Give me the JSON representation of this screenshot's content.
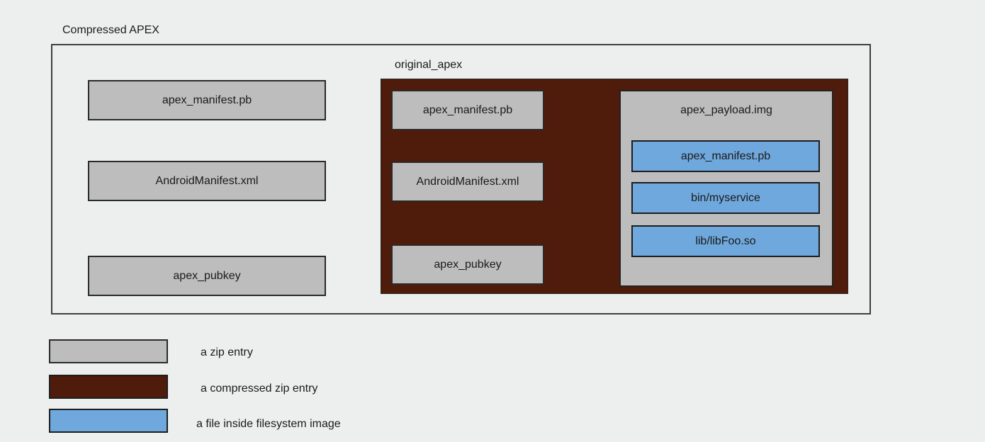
{
  "colors": {
    "background": "#edefee",
    "zip_entry_fill": "#bdbdbd",
    "compressed_zip_entry_fill": "#4f1b0a",
    "filesystem_file_fill": "#6fa8dc",
    "box_border": "#2a2a2a",
    "outer_border": "#3e3e3e",
    "text": "#1a1a1a"
  },
  "diagram": {
    "title": "Compressed APEX",
    "zip_entries": [
      "apex_manifest.pb",
      "AndroidManifest.xml",
      "apex_pubkey"
    ],
    "original_apex": {
      "label": "original_apex",
      "zip_entries": [
        "apex_manifest.pb",
        "AndroidManifest.xml",
        "apex_pubkey"
      ],
      "payload": {
        "label": "apex_payload.img",
        "files": [
          "apex_manifest.pb",
          "bin/myservice",
          "lib/libFoo.so"
        ]
      }
    }
  },
  "legend": {
    "items": [
      {
        "swatch": "zip-entry",
        "label": "a zip entry"
      },
      {
        "swatch": "compressed-zip-entry",
        "label": "a compressed zip entry"
      },
      {
        "swatch": "filesystem-image-file",
        "label": "a file inside filesystem image"
      }
    ]
  }
}
